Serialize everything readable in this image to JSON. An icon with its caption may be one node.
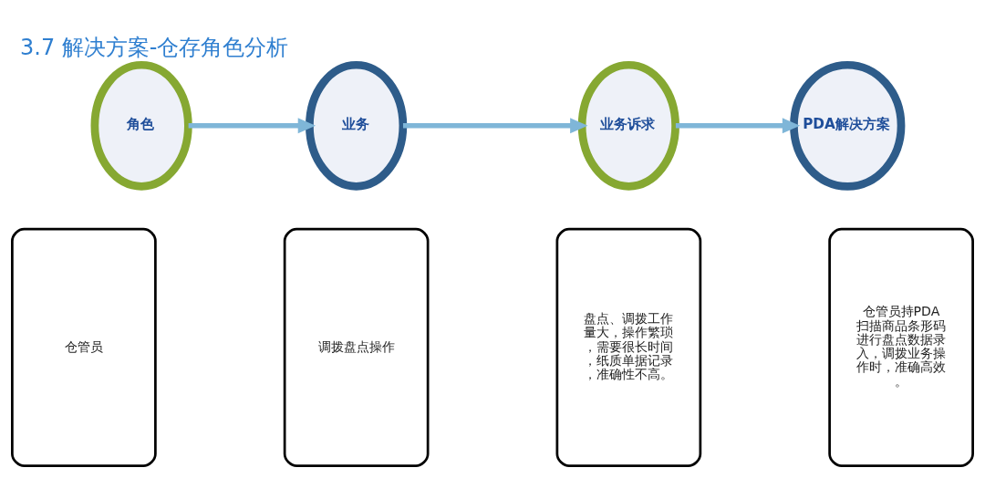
{
  "diagram": {
    "title": "3.7 解决方案-仓存角色分析",
    "nodes": [
      {
        "text": [
          "角色"
        ]
      },
      {
        "text": [
          "业务"
        ]
      },
      {
        "text": [
          "业务诉求"
        ]
      },
      {
        "text": [
          "PDA解决方案"
        ]
      },
      {
        "text": [
          "仓管员"
        ]
      },
      {
        "text": [
          "调拨盘点操作"
        ]
      },
      {
        "text": [
          "盘点、调拨工作量大，操作繁琐，需要很长时间，纸质单据记录，准确性不高。"
        ]
      },
      {
        "text": [
          "仓管员持PDA扫描商品条形码进行盘点数据录入，调拨业务操作时，准确高效。"
        ]
      }
    ],
    "edges": [
      {
        "from": 0,
        "to": 1,
        "arrow": "to"
      },
      {
        "from": 1,
        "to": 2,
        "arrow": "to"
      },
      {
        "from": 2,
        "to": 3,
        "arrow": "to"
      }
    ]
  }
}
